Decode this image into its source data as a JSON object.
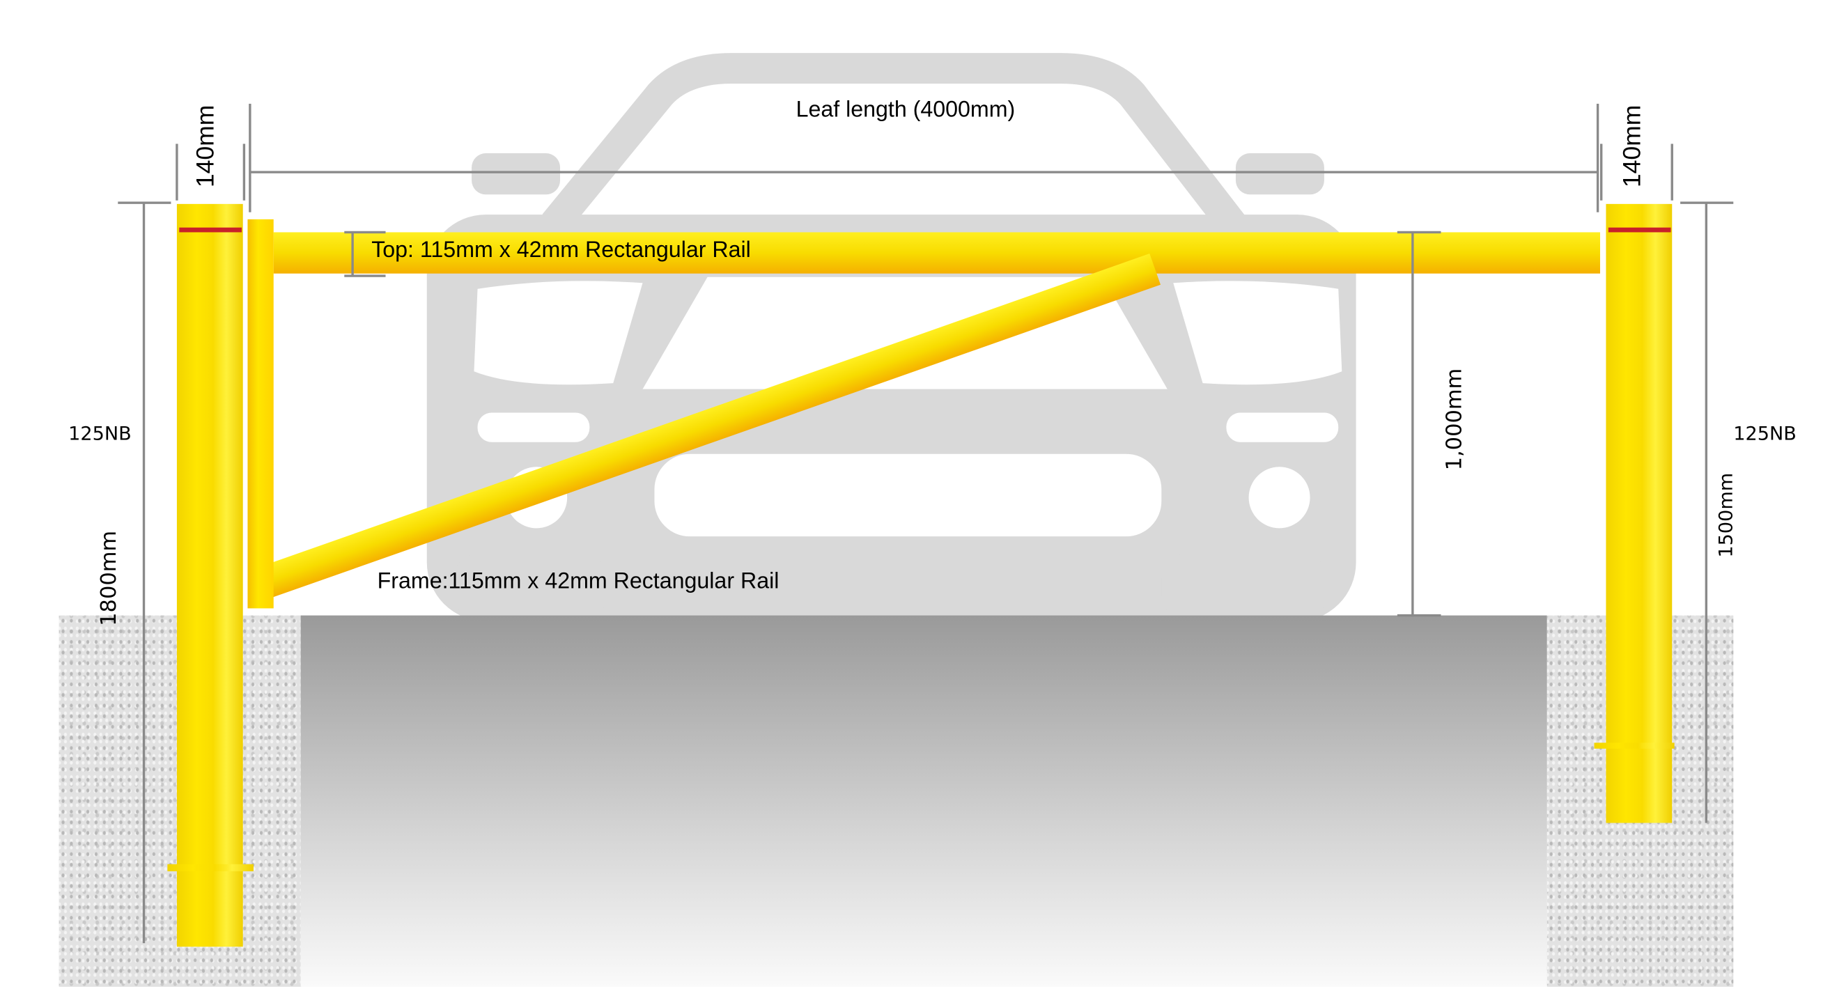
{
  "labels": {
    "leaf_length": "Leaf length (4000mm)",
    "left_post_width": "140mm",
    "right_post_width": "140mm",
    "left_pipe_size": "125NB",
    "right_pipe_size": "125NB",
    "left_post_height": "1800mm",
    "right_post_height": "1500mm",
    "gate_height": "1,000mm",
    "top_rail": "Top: 115mm x 42mm Rectangular Rail",
    "frame_rail": "Frame:115mm x 42mm Rectangular Rail"
  },
  "colors": {
    "post_yellow": "#ffe600",
    "reflective_band": "#c8202a",
    "car_silhouette": "#d9d9d9"
  }
}
